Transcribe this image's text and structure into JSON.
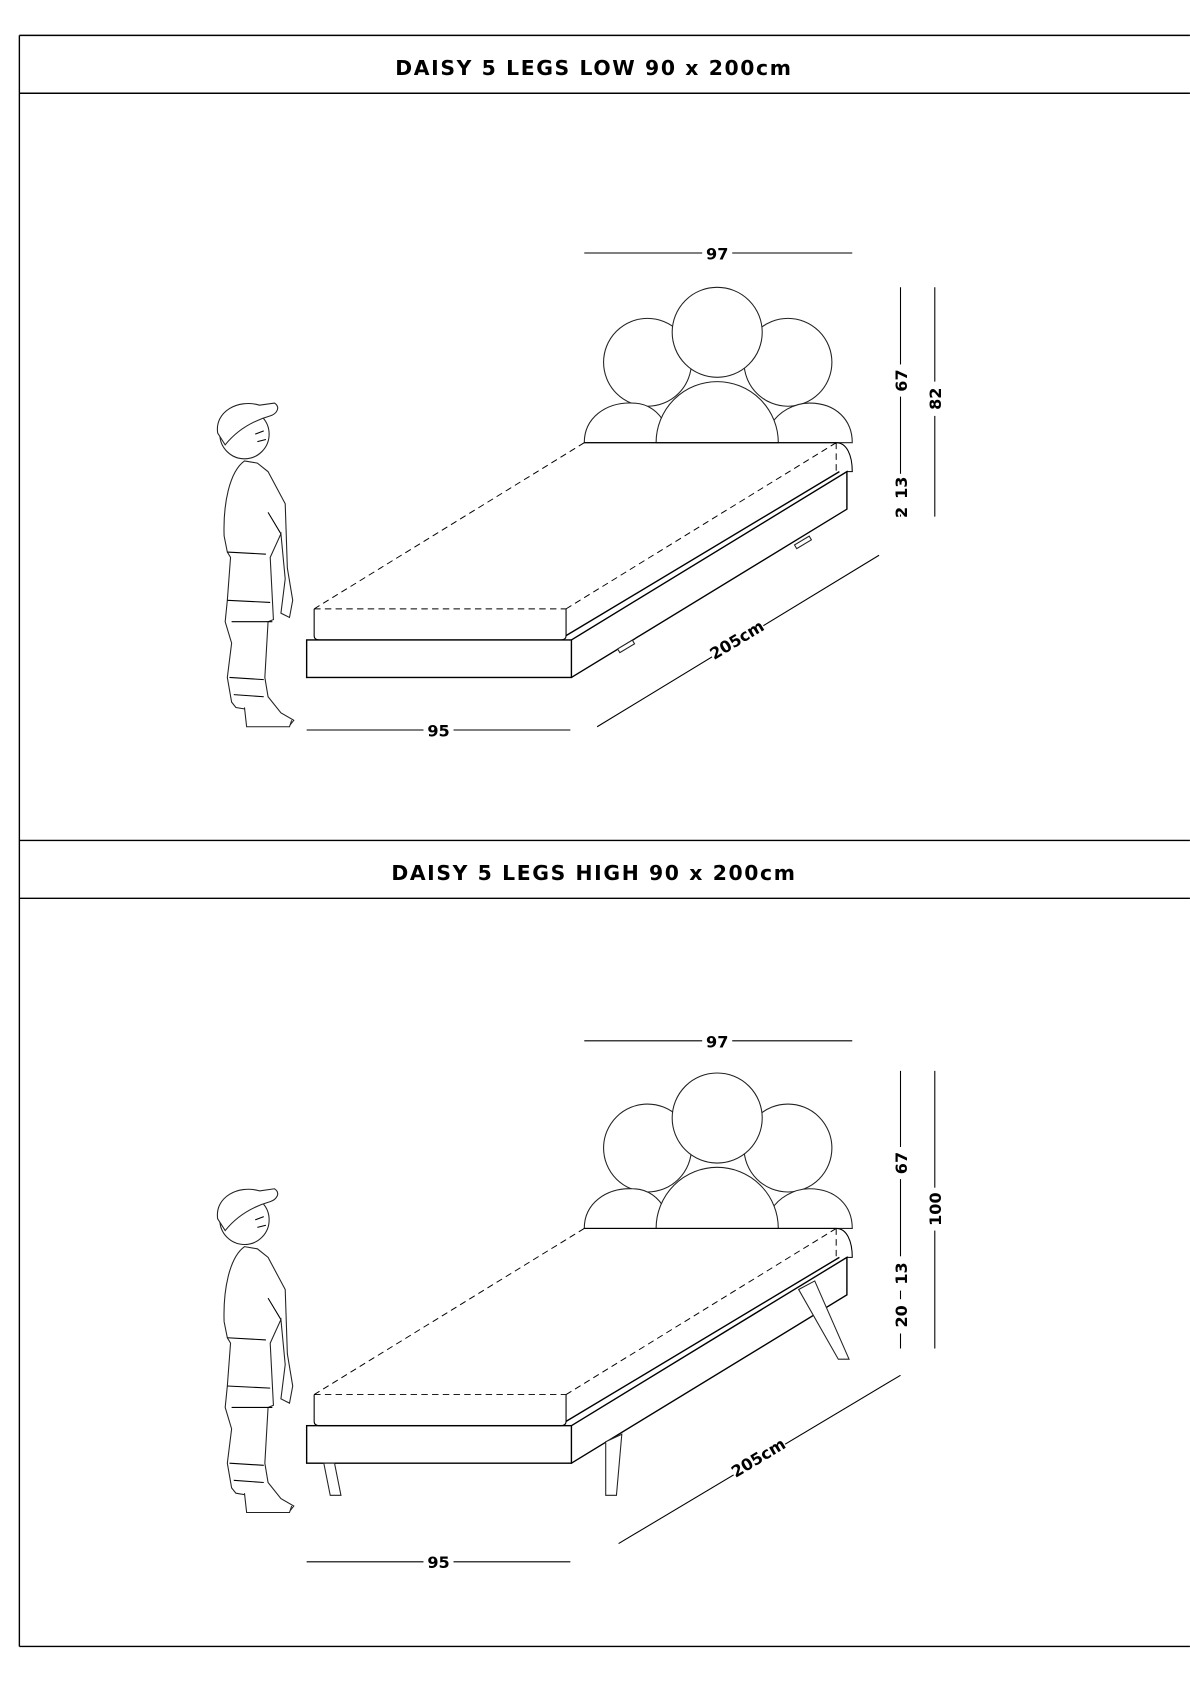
{
  "sections": [
    {
      "title": "DAISY 5 LEGS LOW 90 x 200cm",
      "dims": {
        "headboard_width": "97",
        "headboard_height": "67",
        "base_height": "13",
        "leg_height": "2",
        "total_height": "82",
        "length": "205cm",
        "width": "95"
      }
    },
    {
      "title": "DAISY 5 LEGS HIGH 90 x 200cm",
      "dims": {
        "headboard_width": "97",
        "headboard_height": "67",
        "base_height": "13",
        "leg_height": "20",
        "total_height": "100",
        "length": "205cm",
        "width": "95"
      }
    }
  ]
}
